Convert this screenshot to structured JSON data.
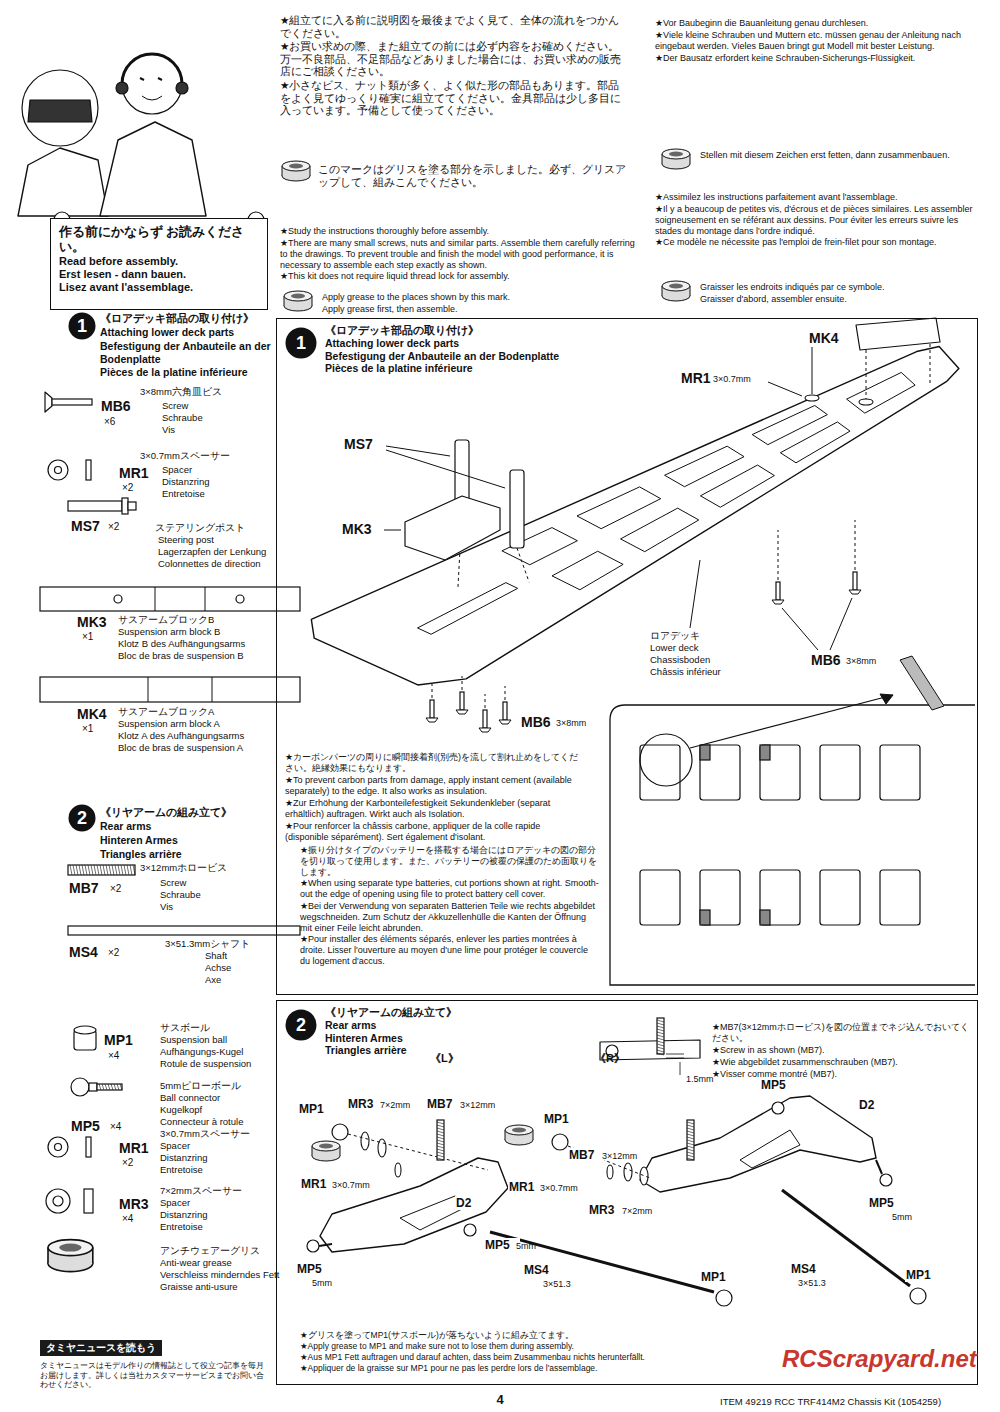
{
  "diagram": {
    "nodes": [
      {
        "text": [
          "作る前にかならず お読みください。",
          "Read before assembly.",
          "Erst lesen - dann bauen.",
          "Lisez avant l'assemblage."
        ]
      },
      {
        "text": [
          "1"
        ]
      },
      {
        "text": [
          "《ロアデッキ部品の取り付け》",
          "Attaching lower deck parts",
          "Befestigung der Anbauteile an der Bodenplatte",
          "Pièces de la platine inférieure"
        ]
      },
      {
        "text": [
          "1"
        ],
        "in": 2
      },
      {
        "text": [
          "2"
        ]
      },
      {
        "text": [
          "《リヤアームの組み立て》",
          "Rear arms",
          "Hinteren Armes",
          "Triangles arrière"
        ]
      },
      {
        "text": [
          "2"
        ],
        "in": 5
      },
      {
        "text": [
          "タミヤニュースを読もう"
        ]
      }
    ],
    "labels": [
      "★組立てに入る前に説明図を最後までよく見て、全体の流れをつかんでください。",
      "★お買い求めの際、また組立ての前には必ず内容をお確めください。万一不良部品、不足部品などありました場合には、お買い求めの販売店にご相談ください。",
      "★小さなビス、ナット類が多く、よく似た形の部品もあります。部品をよく見てゆっくり確実に組立ててください。金具部品は少し多目に入っています。予備として使ってください。",
      "このマークはグリスを塗る部分を示しました。必ず、グリスアップして、組みこんでください。",
      "★Study the instructions thoroughly before assembly.",
      "★There are many small screws, nuts and similar parts. Assemble them carefully referring to the drawings. To prevent trouble and finish the model with good performance, it is necessary to assemble each step exactly as shown.",
      "★This kit does not require liquid thread lock for assembly.",
      "Apply grease to the places shown by this mark.",
      "Apply grease first, then assemble.",
      "★Vor Baubeginn die Bauanleitung genau durchlesen.",
      "★Viele kleine Schrauben und Muttern etc. müssen genau der Anleitung nach eingebaut werden. Vieles Bauen bringt gut Modell mit bester Leistung.",
      "★Der Bausatz erfordert keine Schrauben-Sicherungs-Flüssigkeit.",
      "Stellen mit diesem Zeichen erst fetten, dann zusammenbauen.",
      "★Assimilez les instructions parfaitement avant l'assemblage.",
      "★Il y a beaucoup de petites vis, d'écrous et de pièces similaires. Les assembler soigneusement en se référant aux dessins. Pour éviter les erreurs suivre les stades du montage dans l'ordre indiqué.",
      "★Ce modèle ne nécessite pas l'emploi de frein-filet pour son montage.",
      "Graisser les endroits indiqués par ce symbole.",
      "Graisser d'abord, assembler ensuite.",
      "《ロアデッキ部品の取り付け》",
      "Attaching lower deck parts",
      "Befestigung der Anbauteile an der Bodenplatte",
      "Pièces de la platine inférieure",
      "3×8mm六角皿ビス",
      "MB6",
      "×6",
      "Screw",
      "Schraube",
      "Vis",
      "3×0.7mmスペーサー",
      "MR1",
      "×2",
      "Spacer",
      "Distanzring",
      "Entretoise",
      "MS7",
      "×2",
      "ステアリングポスト",
      "Steering post",
      "Lagerzapfen der Lenkung",
      "Colonnettes de direction",
      "MK3",
      "×1",
      "サスアームブロックB",
      "Suspension arm block B",
      "Klotz B des Aufhängungsarms",
      "Bloc de bras de suspension B",
      "MK4",
      "×1",
      "サスアームブロックA",
      "Suspension arm block A",
      "Klotz A des Aufhängungsarms",
      "Bloc de bras de suspension A",
      "《リヤアームの組み立て》",
      "Rear arms",
      "Hinteren Armes",
      "Triangles arrière",
      "3×12mmホロービス",
      "MB7",
      "×2",
      "Screw",
      "Schraube",
      "Vis",
      "MS4",
      "×2",
      "3×51.3mmシャフト",
      "Shaft",
      "Achse",
      "Axe",
      "MP1",
      "×4",
      "サスボール",
      "Suspension ball",
      "Aufhängungs-Kugel",
      "Rotule de suspension",
      "5mmピローボール",
      "Ball connector",
      "Kugelkopf",
      "Connecteur à rotule",
      "MP5",
      "×4",
      "MR1",
      "×2",
      "3×0.7mmスペーサー",
      "Spacer",
      "Distanzring",
      "Entretoise",
      "MR3",
      "×4",
      "7×2mmスペーサー",
      "Spacer",
      "Distanzring",
      "Entretoise",
      "アンチウェアーグリス",
      "Anti-wear grease",
      "Verschleiss minderndes Fett",
      "Graisse anti-usure",
      "タミヤニュースはモデル作りの情報誌として役立つ記事を毎月お届けします。詳しくは当社カスタマーサービスまでお問い合わせください。",
      "MK4",
      "MR1",
      "3×0.7mm",
      "MS7",
      "MK3",
      "MB6",
      "3×8mm",
      "MB6",
      "3×8mm",
      "ロアデッキ",
      "Lower deck",
      "Chassisboden",
      "Châssis inférieur",
      "★カーボンパーツの周りに瞬間接着剤(別売)を流して割れ止めをしてください。絶縁効果にもなります。",
      "★To prevent carbon parts from damage, apply instant cement (available separately) to the edge. It also works as insulation.",
      "★Zur Erhöhung der Karbonteilefestigkeit Sekundenkleber (separat erhältlich) auftragen. Wirkt auch als Isolation.",
      "★Pour renforcer la châssis carbone, appliquer de la colle rapide (disponible séparément). Sert également d'isolant.",
      "★振り分けタイプのバッテリーを搭載する場合にはロアデッキの図の部分を切り取って使用します。また、バッテリーの被覆の保護のため面取りをします。",
      "★When using separate type batteries, cut portions shown at right. Smooth-out the edge of opening using file to protect battery cell cover.",
      "★Bei der Verwendung von separaten Batterien Teile wie rechts abgebildet wegschneiden. Zum Schutz der Akkuzellenhülle die Kanten der Öffnung mit einer Feile leicht abrunden.",
      "★Pour installer des éléments séparés, enlever les parties montrées à droite. Lisser l'ouverture au moyen d'une lime pour protéger le couvercle du logement d'accus.",
      "《L》",
      "《R》",
      "MP1",
      "MR3",
      "7×2mm",
      "MB7",
      "3×12mm",
      "MR1",
      "3×0.7mm",
      "D2",
      "MP5",
      "5mm",
      "MP5",
      "5mm",
      "MS4",
      "3×51.3",
      "MP1",
      "MB7",
      "3×12mm",
      "MR1",
      "3×0.7mm",
      "MR3",
      "7×2mm",
      "1.5mm",
      "MP5",
      "D2",
      "MP5",
      "5mm",
      "MS4",
      "3×51.3",
      "MP1",
      "MP1",
      "★MB7(3×12mmホロービス)を図の位置までネジ込んでおいてください。",
      "★Screw in as shown (MB7).",
      "★Wie abgebildet zusammenschrauben (MB7).",
      "★Visser comme montré (MB7).",
      "★グリスを塗ってMP1(サスボール)が落ちないように組み立てます。",
      "★Apply grease to MP1 and make sure not to lose them during assembly.",
      "★Aus MP1 Fett auftragen und darauf achten, dass beim Zusammenbau nichts herunterfällt.",
      "★Appliquer de la graisse sur MP1 pour ne pas les perdre lors de l'assemblage.",
      "4",
      "ITEM 49219 RCC TRF414M2 Chassis Kit (1054259)",
      "RCScrapyard.net"
    ]
  }
}
